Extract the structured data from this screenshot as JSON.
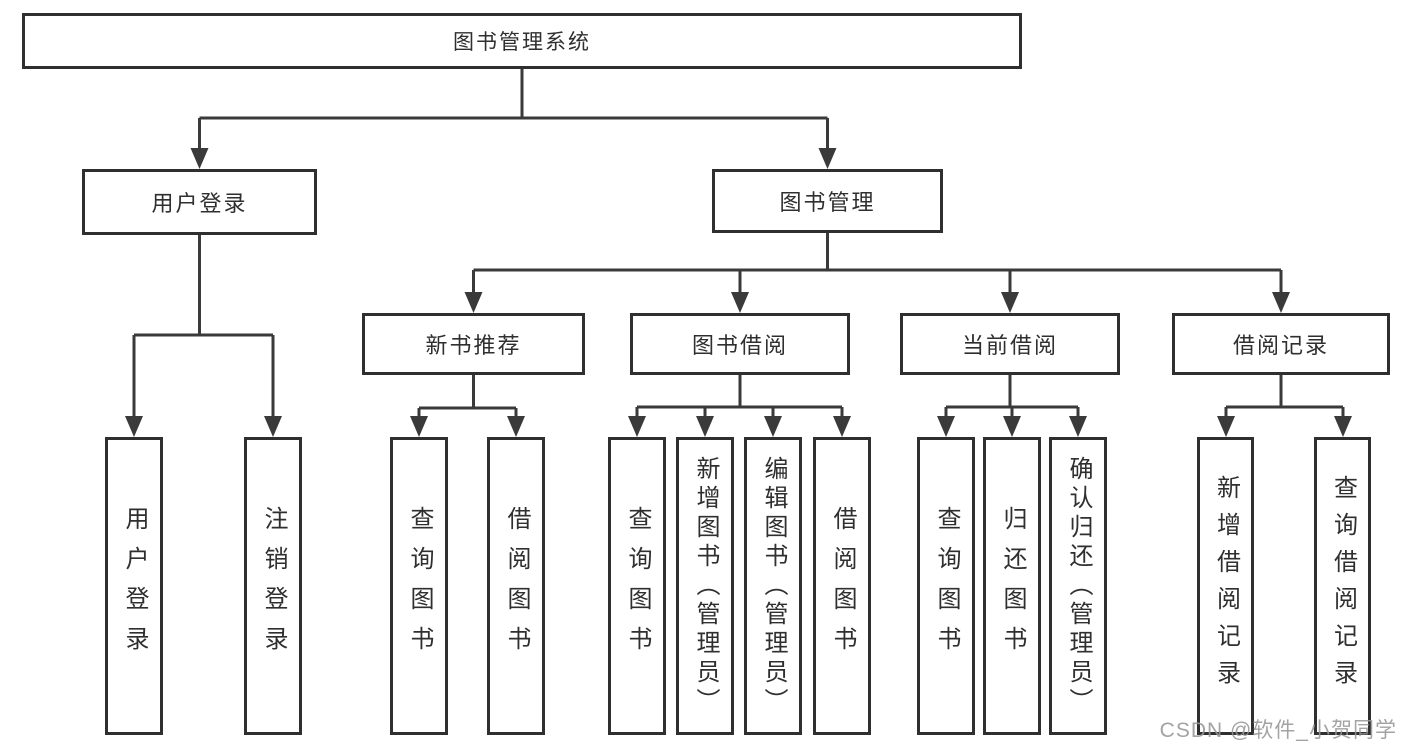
{
  "tree": {
    "root": {
      "label": "图书管理系统",
      "children": [
        {
          "label": "用户登录",
          "children": [
            {
              "label": "用户登录"
            },
            {
              "label": "注销登录"
            }
          ]
        },
        {
          "label": "图书管理",
          "children": [
            {
              "label": "新书推荐",
              "children": [
                {
                  "label": "查询图书"
                },
                {
                  "label": "借阅图书"
                }
              ]
            },
            {
              "label": "图书借阅",
              "children": [
                {
                  "label": "查询图书"
                },
                {
                  "label": "新增图书（管理员）"
                },
                {
                  "label": "编辑图书（管理员）"
                },
                {
                  "label": "借阅图书"
                }
              ]
            },
            {
              "label": "当前借阅",
              "children": [
                {
                  "label": "查询图书"
                },
                {
                  "label": "归还图书"
                },
                {
                  "label": "确认归还（管理员）"
                }
              ]
            },
            {
              "label": "借阅记录",
              "children": [
                {
                  "label": "新增借阅记录"
                },
                {
                  "label": "查询借阅记录"
                }
              ]
            }
          ]
        }
      ]
    }
  },
  "watermark": "CSDN @软件_小贺同学",
  "colors": {
    "line": "#3a3a3a",
    "border": "#2f2f2f",
    "text": "#2f2f2f",
    "watermark": "#969696",
    "background": "#ffffff"
  }
}
